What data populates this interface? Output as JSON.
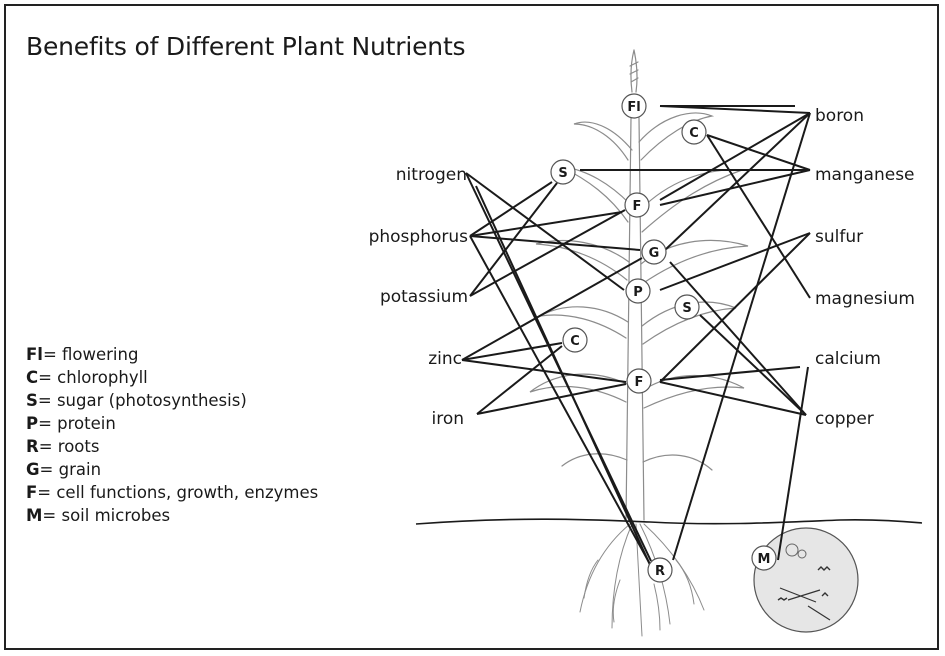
{
  "title": "Benefits of Different Plant Nutrients",
  "legend": [
    {
      "abbr": "Fl",
      "desc": "= flowering"
    },
    {
      "abbr": "C",
      "desc": "= chlorophyll"
    },
    {
      "abbr": "S",
      "desc": "= sugar (photosynthesis)"
    },
    {
      "abbr": "P",
      "desc": "= protein"
    },
    {
      "abbr": "R",
      "desc": "= roots"
    },
    {
      "abbr": "G",
      "desc": "= grain"
    },
    {
      "abbr": "F",
      "desc": "= cell functions, growth, enzymes"
    },
    {
      "abbr": "M",
      "desc": "= soil microbes"
    }
  ],
  "nutrients_left": [
    "nitrogen",
    "phosphorus",
    "potassium",
    "zinc",
    "iron"
  ],
  "nutrients_right": [
    "boron",
    "manganese",
    "sulfur",
    "magnesium",
    "calcium",
    "copper"
  ],
  "plant_nodes": [
    "Fl",
    "C",
    "S",
    "F",
    "G",
    "P",
    "S",
    "C",
    "F",
    "R",
    "M"
  ],
  "connections": [
    [
      "boron",
      "Fl"
    ],
    [
      "boron",
      "F"
    ],
    [
      "boron",
      "G"
    ],
    [
      "boron",
      "R"
    ],
    [
      "manganese",
      "C"
    ],
    [
      "manganese",
      "S"
    ],
    [
      "manganese",
      "F"
    ],
    [
      "sulfur",
      "P"
    ],
    [
      "sulfur",
      "F"
    ],
    [
      "magnesium",
      "C"
    ],
    [
      "calcium",
      "F"
    ],
    [
      "calcium",
      "M"
    ],
    [
      "copper",
      "S"
    ],
    [
      "copper",
      "F"
    ],
    [
      "copper",
      "G"
    ],
    [
      "nitrogen",
      "P"
    ],
    [
      "nitrogen",
      "R"
    ],
    [
      "phosphorus",
      "F"
    ],
    [
      "phosphorus",
      "G"
    ],
    [
      "phosphorus",
      "S"
    ],
    [
      "phosphorus",
      "R"
    ],
    [
      "potassium",
      "S"
    ],
    [
      "potassium",
      "F"
    ],
    [
      "zinc",
      "G"
    ],
    [
      "zinc",
      "C"
    ],
    [
      "iron",
      "C"
    ],
    [
      "iron",
      "F"
    ]
  ]
}
